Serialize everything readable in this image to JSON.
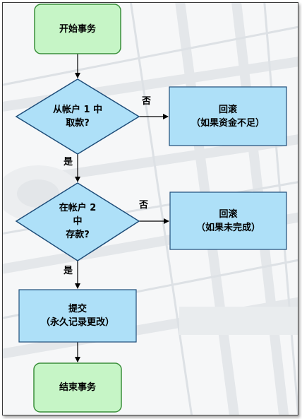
{
  "nodes": {
    "start": {
      "lines": [
        "开始事务"
      ]
    },
    "decision1": {
      "lines": [
        "从帐户 1 中",
        "取款?"
      ]
    },
    "rollback1": {
      "lines": [
        "回滚",
        "（如果资金不足）"
      ]
    },
    "decision2": {
      "lines": [
        "在帐户 2",
        "中",
        "存款?"
      ]
    },
    "rollback2": {
      "lines": [
        "回滚",
        "（如果未完成）"
      ]
    },
    "commit": {
      "lines": [
        "提交",
        "（永久记录更改）"
      ]
    },
    "end": {
      "lines": [
        "结束事务"
      ]
    }
  },
  "edge_labels": {
    "d1_no": "否",
    "d1_yes": "是",
    "d2_no": "否",
    "d2_yes": "是"
  },
  "colors": {
    "terminal_fill": "#c6f5c6",
    "terminal_border": "#3a8f3a",
    "decision_fill": "#aee0f8",
    "process_fill": "#aee0f8",
    "shape_border": "#1f4e7a",
    "connector": "#000000"
  }
}
